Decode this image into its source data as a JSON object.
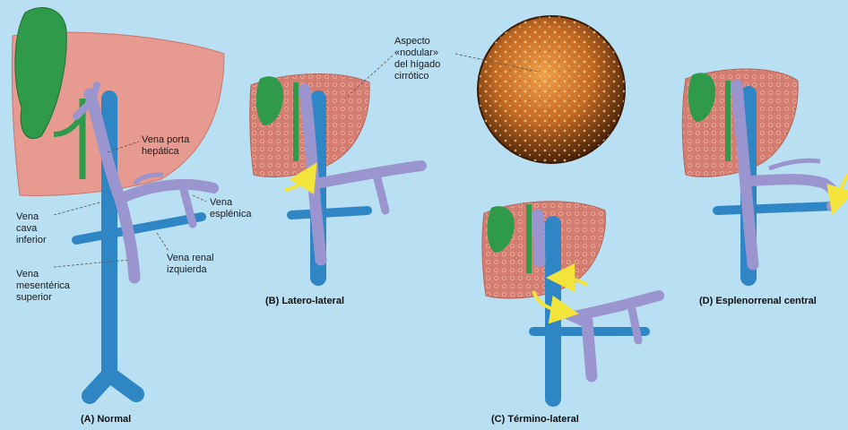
{
  "colors": {
    "background": "#b9dff2",
    "cava": "#2f86c4",
    "portal": "#9b95cf",
    "gallbladder": "#2e9a4a",
    "liver_normal": "#e79a8f",
    "liver_cirrhotic": "#d98275",
    "arrow": "#f2e43a"
  },
  "labels": {
    "vena_porta": [
      "Vena porta",
      "hepática"
    ],
    "vena_esplenica": [
      "Vena",
      "esplénica"
    ],
    "vena_cava": [
      "Vena",
      "cava",
      "inferior"
    ],
    "vena_renal": [
      "Vena renal",
      "izquierda"
    ],
    "vena_mesenterica": [
      "Vena",
      "mesentérica",
      "superior"
    ],
    "aspecto": [
      "Aspecto",
      "«nodular»",
      "del hígado",
      "cirrótico"
    ]
  },
  "captions": {
    "a": "(A) Normal",
    "b": "(B) Latero-lateral",
    "c": "(C) Término-lateral",
    "d": "(D) Esplenorrenal central"
  }
}
